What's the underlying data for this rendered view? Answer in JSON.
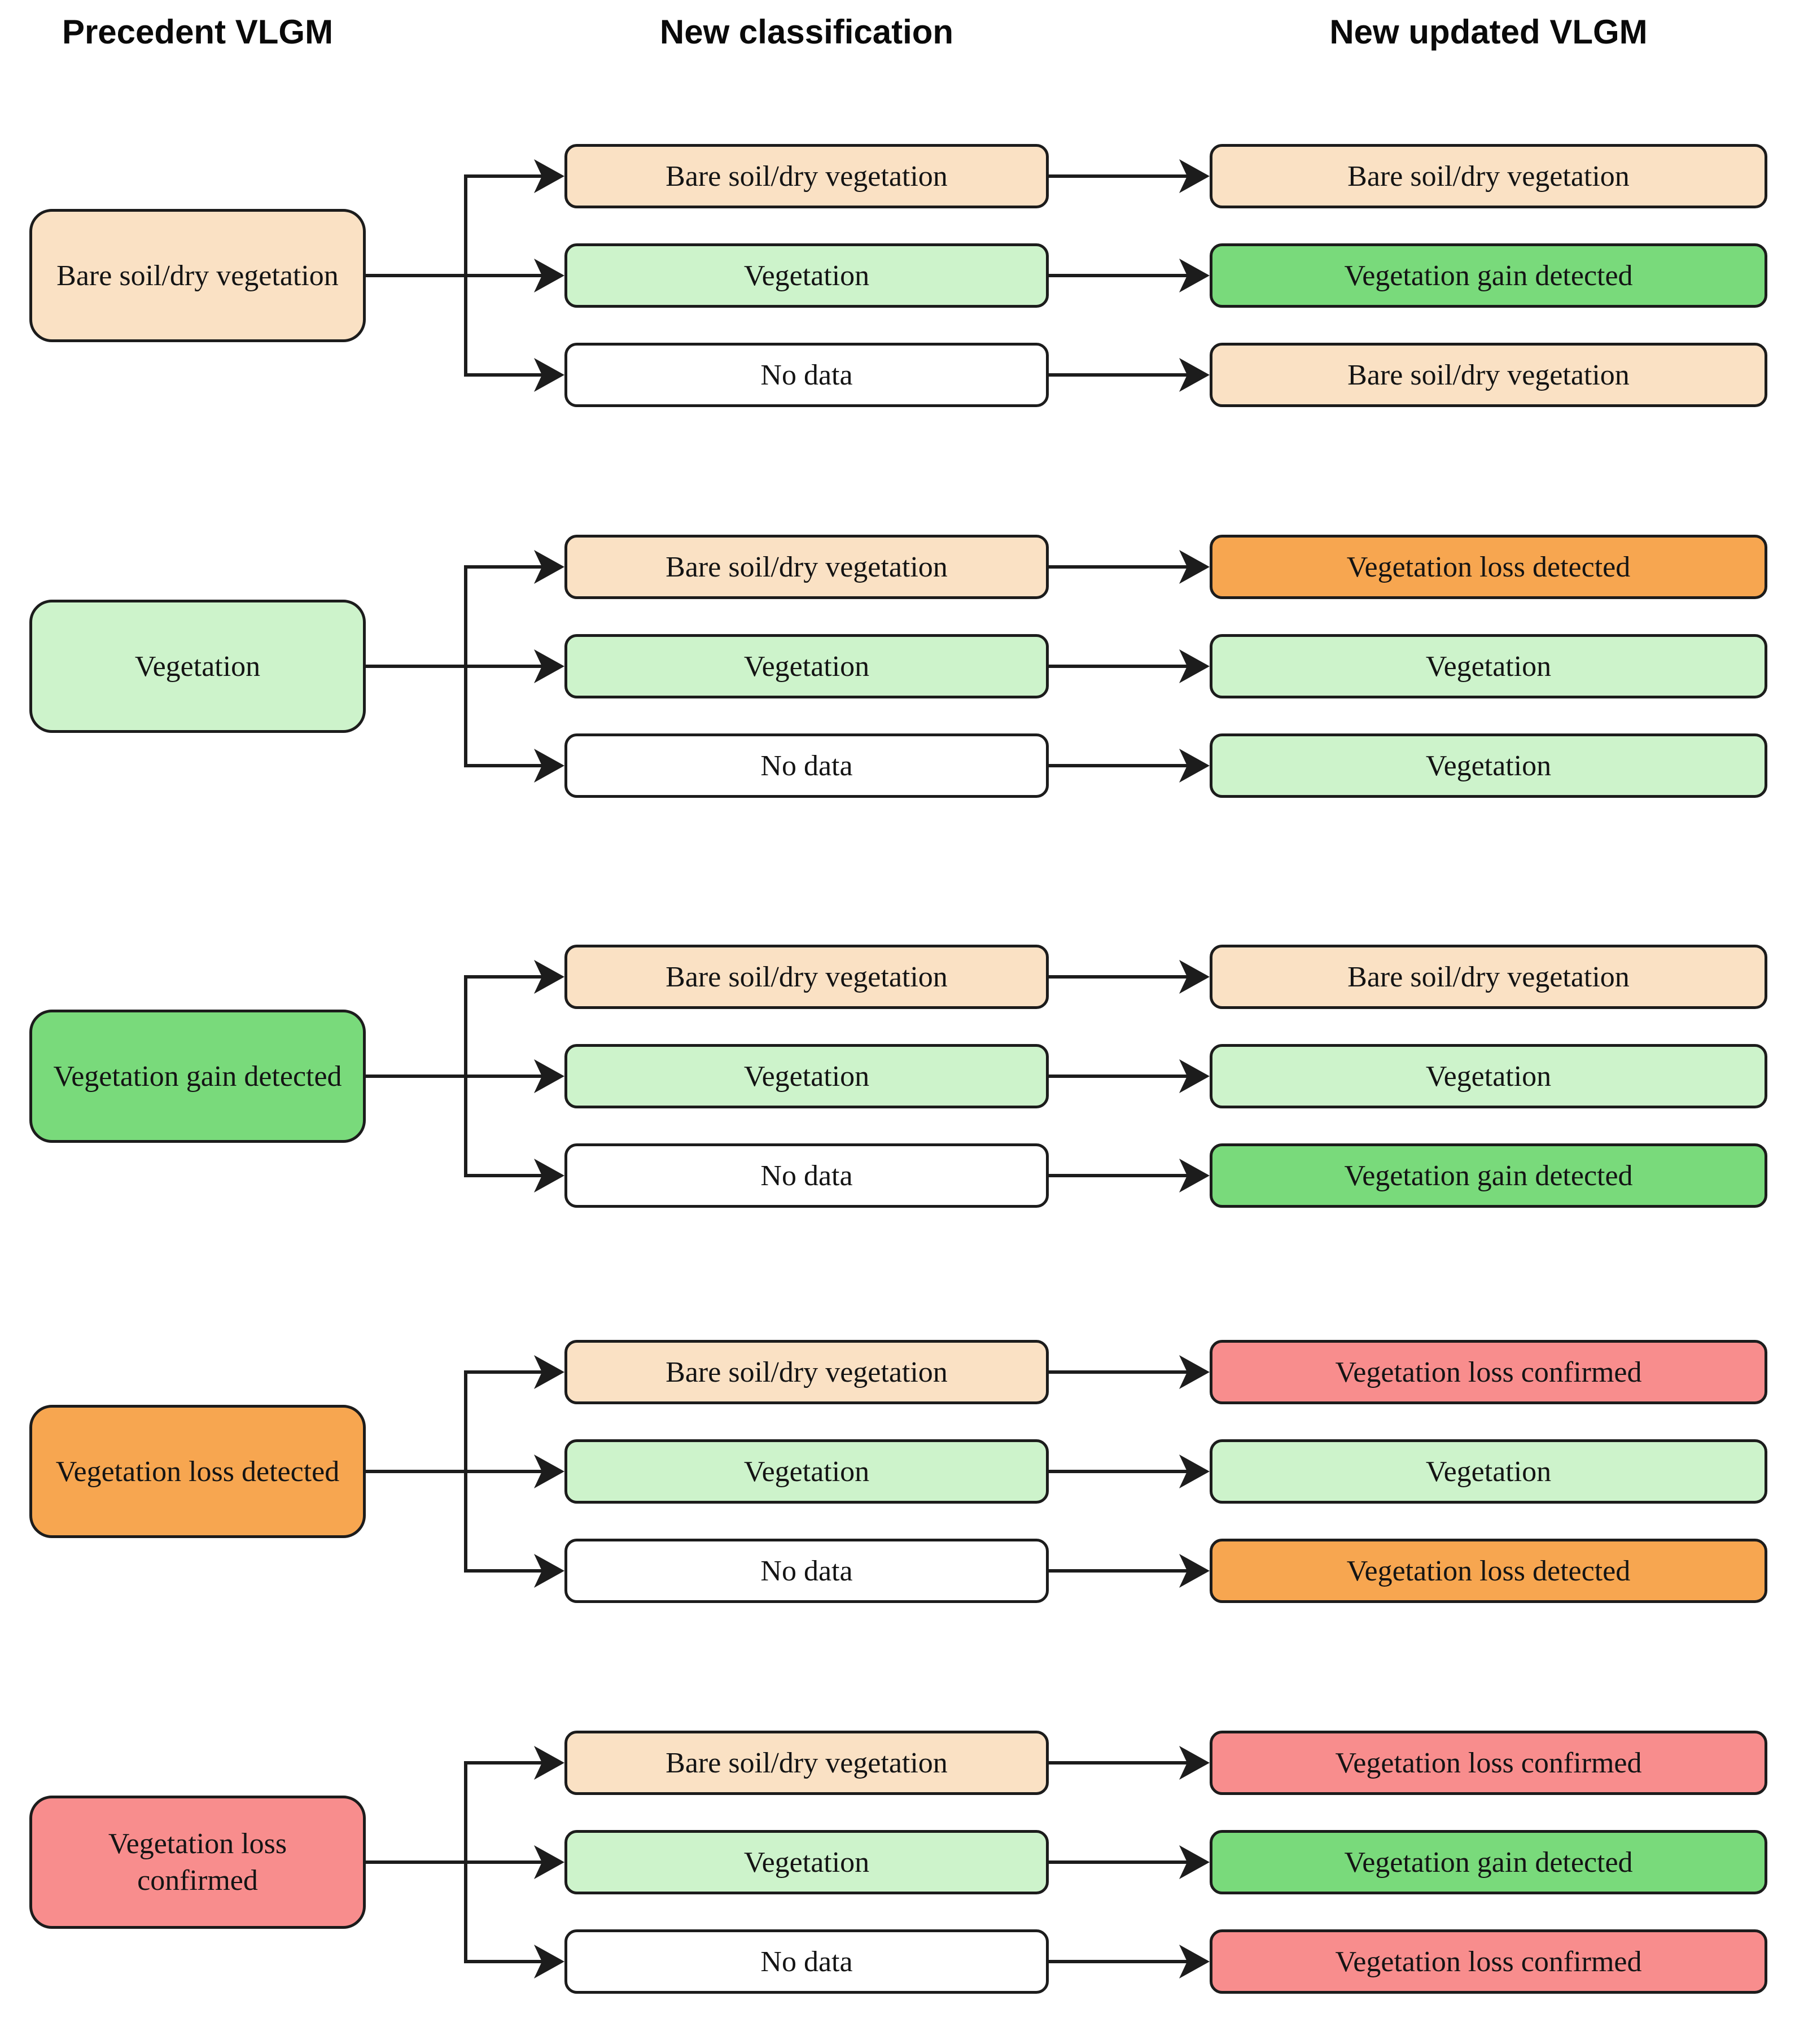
{
  "headers": [
    {
      "label": "Precedent VLGM"
    },
    {
      "label": "New classification"
    },
    {
      "label": "New updated VLGM"
    }
  ],
  "colors": {
    "peach": "#fae1c4",
    "light_green": "#cdf3cb",
    "green": "#79da7b",
    "orange": "#f7a650",
    "red": "#f88d8d",
    "white": "#ffffff",
    "line": "#1c1c1c"
  },
  "groups": [
    {
      "precedent": {
        "label": "Bare soil/dry vegetation",
        "bg": "#fae1c4"
      },
      "rows": [
        {
          "classification": {
            "label": "Bare soil/dry vegetation",
            "bg": "#fae1c4"
          },
          "updated": {
            "label": "Bare soil/dry vegetation",
            "bg": "#fae1c4"
          }
        },
        {
          "classification": {
            "label": "Vegetation",
            "bg": "#cdf3cb"
          },
          "updated": {
            "label": "Vegetation gain detected",
            "bg": "#79da7b"
          }
        },
        {
          "classification": {
            "label": "No data",
            "bg": "#ffffff"
          },
          "updated": {
            "label": "Bare soil/dry vegetation",
            "bg": "#fae1c4"
          }
        }
      ]
    },
    {
      "precedent": {
        "label": "Vegetation",
        "bg": "#cdf3cb"
      },
      "rows": [
        {
          "classification": {
            "label": "Bare soil/dry vegetation",
            "bg": "#fae1c4"
          },
          "updated": {
            "label": "Vegetation loss detected",
            "bg": "#f7a650"
          }
        },
        {
          "classification": {
            "label": "Vegetation",
            "bg": "#cdf3cb"
          },
          "updated": {
            "label": "Vegetation",
            "bg": "#cdf3cb"
          }
        },
        {
          "classification": {
            "label": "No data",
            "bg": "#ffffff"
          },
          "updated": {
            "label": "Vegetation",
            "bg": "#cdf3cb"
          }
        }
      ]
    },
    {
      "precedent": {
        "label": "Vegetation gain detected",
        "bg": "#79da7b"
      },
      "rows": [
        {
          "classification": {
            "label": "Bare soil/dry vegetation",
            "bg": "#fae1c4"
          },
          "updated": {
            "label": "Bare soil/dry vegetation",
            "bg": "#fae1c4"
          }
        },
        {
          "classification": {
            "label": "Vegetation",
            "bg": "#cdf3cb"
          },
          "updated": {
            "label": "Vegetation",
            "bg": "#cdf3cb"
          }
        },
        {
          "classification": {
            "label": "No data",
            "bg": "#ffffff"
          },
          "updated": {
            "label": "Vegetation gain detected",
            "bg": "#79da7b"
          }
        }
      ]
    },
    {
      "precedent": {
        "label": "Vegetation loss detected",
        "bg": "#f7a650"
      },
      "rows": [
        {
          "classification": {
            "label": "Bare soil/dry vegetation",
            "bg": "#fae1c4"
          },
          "updated": {
            "label": "Vegetation loss confirmed",
            "bg": "#f88d8d"
          }
        },
        {
          "classification": {
            "label": "Vegetation",
            "bg": "#cdf3cb"
          },
          "updated": {
            "label": "Vegetation",
            "bg": "#cdf3cb"
          }
        },
        {
          "classification": {
            "label": "No data",
            "bg": "#ffffff"
          },
          "updated": {
            "label": "Vegetation loss detected",
            "bg": "#f7a650"
          }
        }
      ]
    },
    {
      "precedent": {
        "label": "Vegetation loss confirmed",
        "bg": "#f88d8d"
      },
      "rows": [
        {
          "classification": {
            "label": "Bare soil/dry vegetation",
            "bg": "#fae1c4"
          },
          "updated": {
            "label": "Vegetation loss confirmed",
            "bg": "#f88d8d"
          }
        },
        {
          "classification": {
            "label": "Vegetation",
            "bg": "#cdf3cb"
          },
          "updated": {
            "label": "Vegetation gain detected",
            "bg": "#79da7b"
          }
        },
        {
          "classification": {
            "label": "No data",
            "bg": "#ffffff"
          },
          "updated": {
            "label": "Vegetation loss confirmed",
            "bg": "#f88d8d"
          }
        }
      ]
    }
  ]
}
